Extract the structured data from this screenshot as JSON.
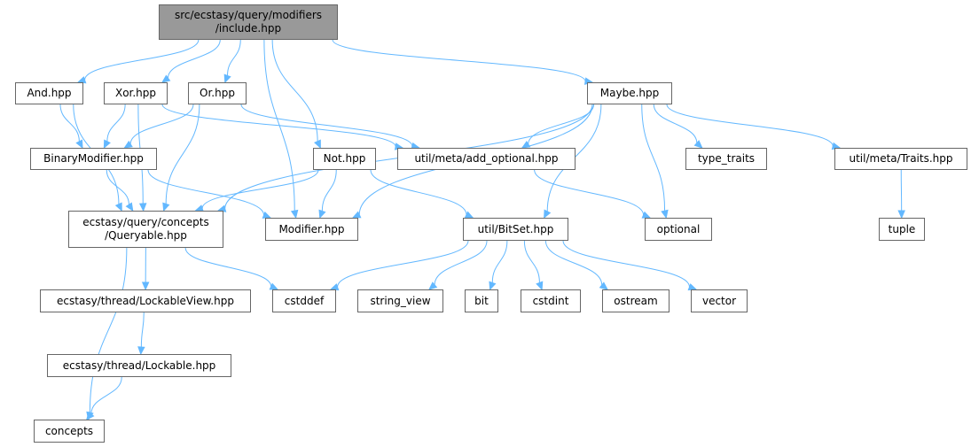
{
  "nodes": [
    {
      "id": "include",
      "label": "src/ecstasy/query/modifiers\n/include.hpp",
      "root": true
    },
    {
      "id": "and",
      "label": "And.hpp"
    },
    {
      "id": "xor",
      "label": "Xor.hpp"
    },
    {
      "id": "or",
      "label": "Or.hpp"
    },
    {
      "id": "maybe",
      "label": "Maybe.hpp"
    },
    {
      "id": "binary",
      "label": "BinaryModifier.hpp"
    },
    {
      "id": "not",
      "label": "Not.hpp"
    },
    {
      "id": "addopt",
      "label": "util/meta/add_optional.hpp"
    },
    {
      "id": "typetraits",
      "label": "type_traits"
    },
    {
      "id": "traits",
      "label": "util/meta/Traits.hpp"
    },
    {
      "id": "queryable",
      "label": "ecstasy/query/concepts\n/Queryable.hpp"
    },
    {
      "id": "modifier",
      "label": "Modifier.hpp"
    },
    {
      "id": "bitset",
      "label": "util/BitSet.hpp"
    },
    {
      "id": "optional",
      "label": "optional"
    },
    {
      "id": "tuple",
      "label": "tuple"
    },
    {
      "id": "lockview",
      "label": "ecstasy/thread/LockableView.hpp"
    },
    {
      "id": "cstddef",
      "label": "cstddef"
    },
    {
      "id": "stringview",
      "label": "string_view"
    },
    {
      "id": "bit",
      "label": "bit"
    },
    {
      "id": "cstdint",
      "label": "cstdint"
    },
    {
      "id": "ostream",
      "label": "ostream"
    },
    {
      "id": "vector",
      "label": "vector"
    },
    {
      "id": "lockable",
      "label": "ecstasy/thread/Lockable.hpp"
    },
    {
      "id": "concepts",
      "label": "concepts"
    }
  ],
  "edges": [
    [
      "include",
      "and"
    ],
    [
      "include",
      "xor"
    ],
    [
      "include",
      "or"
    ],
    [
      "include",
      "maybe"
    ],
    [
      "include",
      "not"
    ],
    [
      "include",
      "modifier"
    ],
    [
      "and",
      "binary"
    ],
    [
      "and",
      "queryable"
    ],
    [
      "xor",
      "binary"
    ],
    [
      "xor",
      "queryable"
    ],
    [
      "xor",
      "addopt"
    ],
    [
      "or",
      "binary"
    ],
    [
      "or",
      "queryable"
    ],
    [
      "or",
      "addopt"
    ],
    [
      "maybe",
      "addopt"
    ],
    [
      "maybe",
      "typetraits"
    ],
    [
      "maybe",
      "traits"
    ],
    [
      "maybe",
      "queryable"
    ],
    [
      "maybe",
      "modifier"
    ],
    [
      "maybe",
      "bitset"
    ],
    [
      "maybe",
      "optional"
    ],
    [
      "binary",
      "queryable"
    ],
    [
      "binary",
      "modifier"
    ],
    [
      "not",
      "queryable"
    ],
    [
      "not",
      "modifier"
    ],
    [
      "not",
      "bitset"
    ],
    [
      "addopt",
      "optional"
    ],
    [
      "traits",
      "tuple"
    ],
    [
      "queryable",
      "lockview"
    ],
    [
      "queryable",
      "cstddef"
    ],
    [
      "queryable",
      "concepts"
    ],
    [
      "bitset",
      "cstddef"
    ],
    [
      "bitset",
      "stringview"
    ],
    [
      "bitset",
      "bit"
    ],
    [
      "bitset",
      "cstdint"
    ],
    [
      "bitset",
      "ostream"
    ],
    [
      "bitset",
      "vector"
    ],
    [
      "lockview",
      "lockable"
    ],
    [
      "lockable",
      "concepts"
    ]
  ],
  "colors": {
    "edge": "#63b8ff",
    "node_border": "#666666",
    "root_fill": "#999999"
  }
}
